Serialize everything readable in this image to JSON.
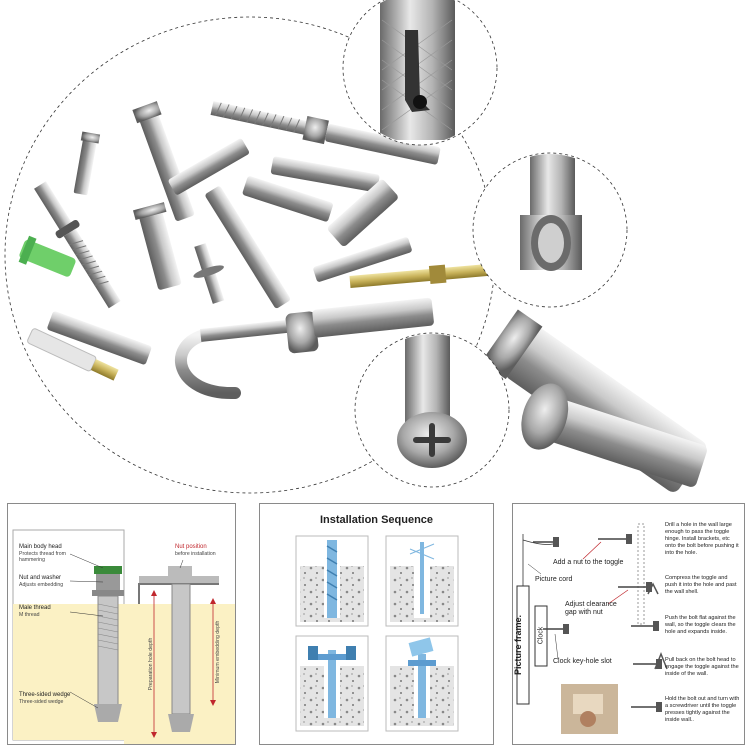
{
  "panel1": {
    "labels": {
      "main_body_head": "Main body head",
      "main_body_head_sub": "Protects thread from hammering",
      "nut_washer": "Nut and washer",
      "nut_washer_sub": "Adjusts embedding",
      "male_thread": "Male thread",
      "male_thread_sub": "M thread",
      "three_sided_wedge": "Three-sided wedge",
      "three_sided_wedge_sub": "Three-sided wedge",
      "nut_position": "Nut position",
      "nut_position_sub": "before installation",
      "prep_hole_depth": "Preparation hole depth",
      "min_embed_depth": "Minimum embedding depth"
    }
  },
  "panel2": {
    "title": "Installation Sequence"
  },
  "panel3": {
    "steps": [
      "Drill a hole in the wall large enough to pass the toggle hinge. Install brackets, etc onto the bolt before pushing it into the hole.",
      "Compress the toggle and push it into the hole and past the wall shell.",
      "Push the bolt flat against the wall, so the toggle clears the hole and expands inside.",
      "Pull back on the bolt head to engage the toggle against the inside of the wall.",
      "Hold the bolt out and turn with a screwdriver until the toggle presses tightly against the inside wall.."
    ],
    "callouts": {
      "add_nut": "Add a nut to the toggle",
      "picture_cord": "Picture cord",
      "adjust_gap": "Adjust clearance gap with nut",
      "clock_slot": "Clock key-hole slot",
      "picture_frame": "Picture frame.",
      "clock": "Clock"
    }
  }
}
